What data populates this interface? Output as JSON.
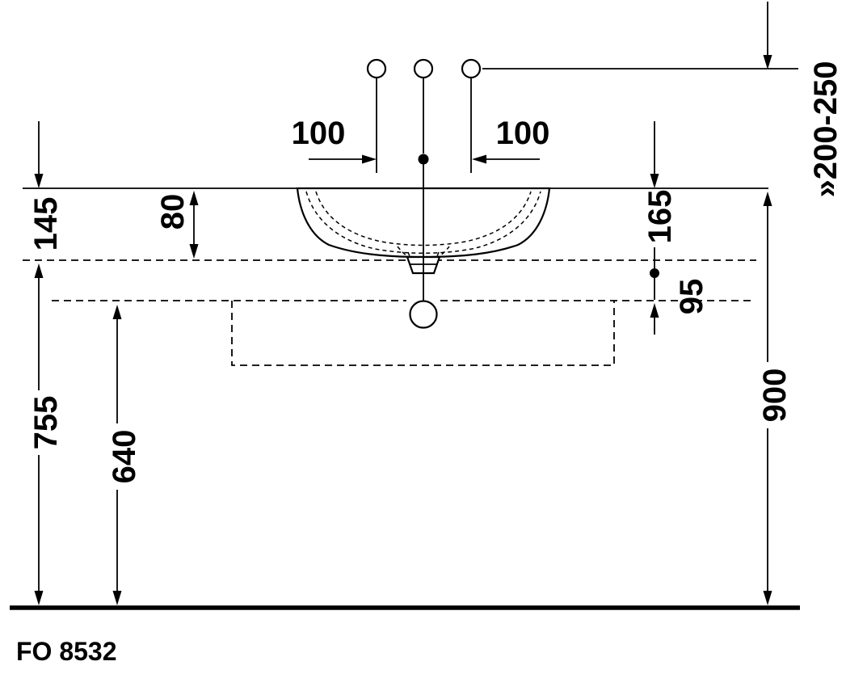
{
  "drawing": {
    "code": "FO 8532",
    "dims": {
      "tap_left": "100",
      "tap_right": "100",
      "basin_height": "145",
      "basin_depth": "80",
      "right_upper": "165",
      "right_lower": "95",
      "console_height": "755",
      "drain_height": "640",
      "rim_height": "900",
      "supply_range": "»200-250"
    }
  }
}
